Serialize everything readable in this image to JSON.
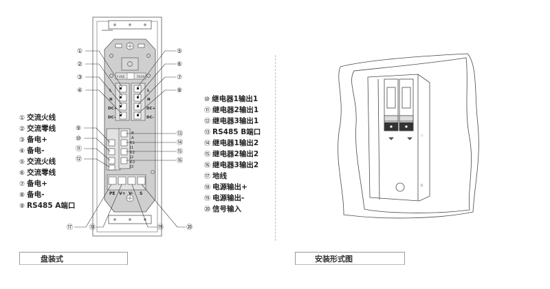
{
  "left_panel": {
    "caption": "盘装式",
    "legend_left": [
      {
        "num": "①",
        "label": "交流火线"
      },
      {
        "num": "②",
        "label": "交流零线"
      },
      {
        "num": "③",
        "label": "备电+"
      },
      {
        "num": "④",
        "label": "备电-"
      },
      {
        "num": "⑤",
        "label": "交流火线"
      },
      {
        "num": "⑥",
        "label": "交流零线"
      },
      {
        "num": "⑦",
        "label": "备电+"
      },
      {
        "num": "⑧",
        "label": "备电-"
      },
      {
        "num": "⑨",
        "label": "RS485 A端口"
      }
    ],
    "legend_right": [
      {
        "num": "⑩",
        "label": "继电器1输出1"
      },
      {
        "num": "⑪",
        "label": "继电器2输出1"
      },
      {
        "num": "⑫",
        "label": "继电器3输出1"
      },
      {
        "num": "⑬",
        "label": "RS485 B端口"
      },
      {
        "num": "⑭",
        "label": "继电器1输出2"
      },
      {
        "num": "⑮",
        "label": "继电器2输出2"
      },
      {
        "num": "⑯",
        "label": "继电器3输出2"
      },
      {
        "num": "⑰",
        "label": "地线"
      },
      {
        "num": "⑱",
        "label": "电源输出+"
      },
      {
        "num": "⑲",
        "label": "电源输出-"
      },
      {
        "num": "⑳",
        "label": "信号输入"
      }
    ],
    "diagram": {
      "fuse_label": "FUSE",
      "fuse_spec": "5X20",
      "power_terminals_left": [
        "L",
        "N",
        "DC+",
        "DC-"
      ],
      "power_terminals_right": [
        "L",
        "N",
        "DC+",
        "DC-"
      ],
      "signal_labels": [
        "B",
        "A",
        "K1",
        "J1",
        "K2",
        "J2",
        "K3",
        "J3"
      ],
      "bottom_terminals": [
        "PE",
        "V+",
        "V-",
        "S"
      ],
      "callouts": {
        "c1": "①",
        "c2": "②",
        "c3": "③",
        "c4": "④",
        "c5": "⑤",
        "c6": "⑥",
        "c7": "⑦",
        "c8": "⑧",
        "c9": "⑨",
        "c10": "⑩",
        "c11": "⑪",
        "c12": "⑫",
        "c13": "⑬",
        "c14": "⑭",
        "c15": "⑮",
        "c16": "⑯",
        "c17": "⑰",
        "c18": "⑱",
        "c19": "⑲",
        "c20": "⑳"
      }
    }
  },
  "right_panel": {
    "caption": "安装形式图"
  }
}
